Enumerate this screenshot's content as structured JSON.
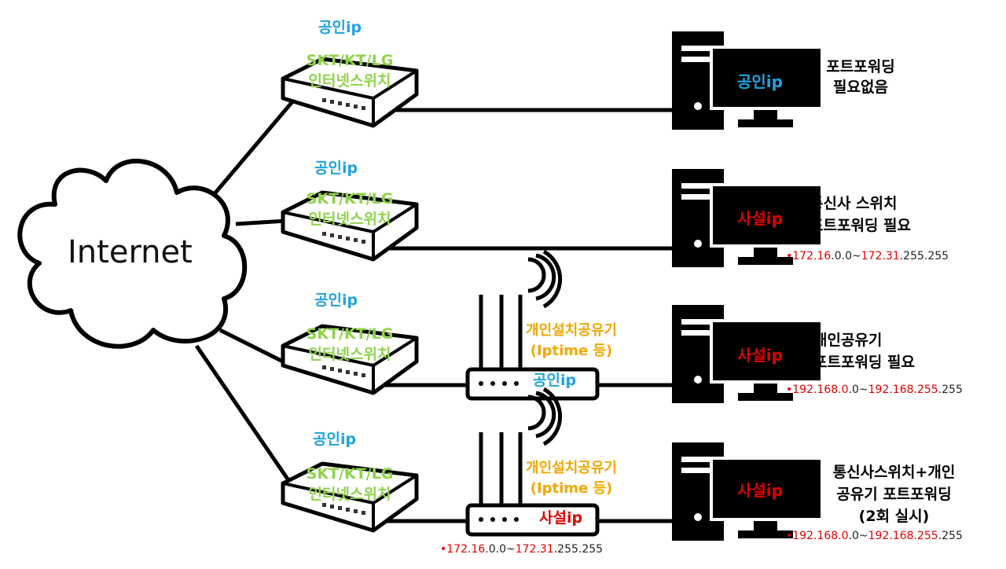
{
  "internet_label": "Internet",
  "rows": [
    {
      "isp_ip": "공인ip",
      "isp_line1": "SKT/KT/LG",
      "isp_line2": "인터넷스위치",
      "pc_ip": "공인ip",
      "pc_ip_color": "#1fa3e0",
      "desc_line1": "포트포워딩",
      "desc_line2": "필요없음",
      "desc_line3": ""
    },
    {
      "isp_ip": "공인ip",
      "isp_line1": "SKT/KT/LG",
      "isp_line2": "인터넷스위치",
      "pc_ip": "사설ip",
      "pc_ip_color": "#e00000",
      "desc_line1": "통신사 스위치",
      "desc_line2": "포트포워딩 필요",
      "desc_line3": "",
      "range": {
        "p1": "•",
        "p2": "172.16",
        "p3": ".0.0~",
        "p4": "172.31",
        "p5": ".255.255"
      }
    },
    {
      "isp_ip": "공인ip",
      "isp_line1": "SKT/KT/LG",
      "isp_line2": "인터넷스위치",
      "router_name1": "개인설치공유기",
      "router_name2": "(Iptime 등)",
      "router_ip": "공인ip",
      "pc_ip": "사설ip",
      "pc_ip_color": "#e00000",
      "desc_line1": "개인공유기",
      "desc_line2": "포트포워딩 필요",
      "desc_line3": "",
      "range": {
        "p1": "•",
        "p2": "192.168.0",
        "p3": ".0~",
        "p4": "192.168.255",
        "p5": ".255"
      }
    },
    {
      "isp_ip": "공인ip",
      "isp_line1": "SKT/KT/LG",
      "isp_line2": "인터넷스위치",
      "router_name1": "개인설치공유기",
      "router_name2": "(Iptime 등)",
      "router_ip": "사설ip",
      "router_range": {
        "p1": "•",
        "p2": "172.16",
        "p3": ".0.0~",
        "p4": "172.31",
        "p5": ".255.255"
      },
      "pc_ip": "사설ip",
      "pc_ip_color": "#e00000",
      "desc_line1": "통신사스위치+개인",
      "desc_line2": "공유기 포트포워딩",
      "desc_line3": "(2회 실시)",
      "range": {
        "p1": "•",
        "p2": "192.168.0",
        "p3": ".0~",
        "p4": "192.168.255",
        "p5": ".255"
      }
    }
  ],
  "colors": {
    "public_ip": "#1fa3e0",
    "private_ip": "#e00000",
    "isp_label": "#8fd34a",
    "router_label": "#f0a800"
  }
}
